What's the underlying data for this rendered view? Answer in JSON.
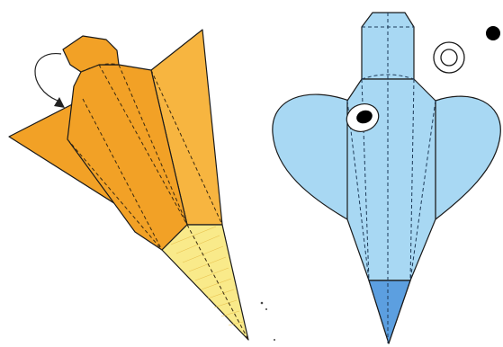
{
  "figures": [
    {
      "name": "orange-folded-bird",
      "fill": "#f2a126",
      "fill_light": "#f7b540",
      "tip_fill": "#f9ea8a",
      "stroke": "#1a1a1a",
      "fold_line_style": "dashed"
    },
    {
      "name": "blue-folded-fish",
      "fill": "#a8d8f3",
      "tip_fill": "#5c9fe0",
      "eye_fill": "#000000",
      "stroke": "#1a1a1a",
      "fold_line_style": "dashed"
    }
  ],
  "symbols": {
    "arrow": "curved-fold-arrow",
    "repeat_target": "double-circle-symbol",
    "dot": "black-dot-symbol"
  }
}
